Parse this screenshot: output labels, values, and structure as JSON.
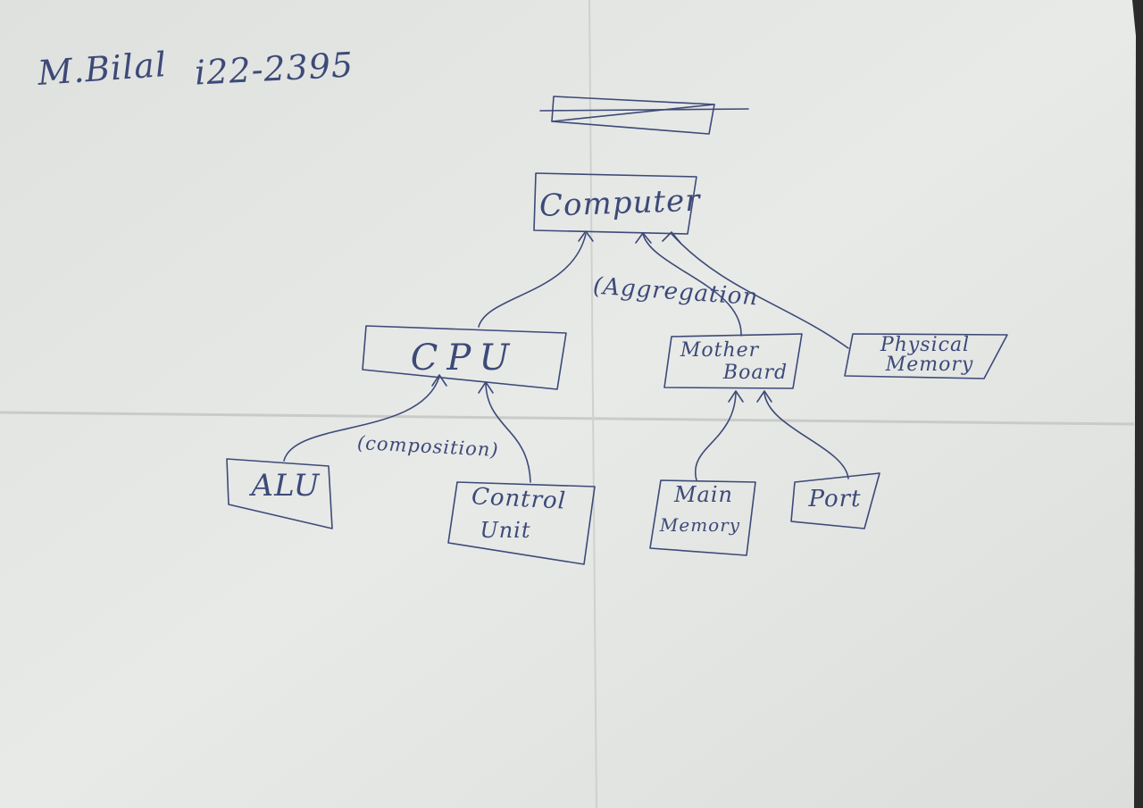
{
  "header": {
    "author": "M.Bilal",
    "roll_no": "i22-2395"
  },
  "diagram": {
    "root": "Computer",
    "relations": {
      "aggregation": "(Aggregation",
      "composition": "(composition)"
    },
    "level1": {
      "cpu": "CPU",
      "motherboard_line1": "Mother",
      "motherboard_line2": "Board",
      "physical_memory_line1": "Physical",
      "physical_memory_line2": "Memory"
    },
    "level2": {
      "alu": "ALU",
      "control_unit_line1": "Control",
      "control_unit_line2": "Unit",
      "main_memory_line1": "Main",
      "main_memory_line2": "Memory",
      "port": "Port"
    }
  },
  "colors": {
    "ink": "#3d4a78",
    "paper": "#e4e6e4",
    "background": "#2b2b29"
  }
}
